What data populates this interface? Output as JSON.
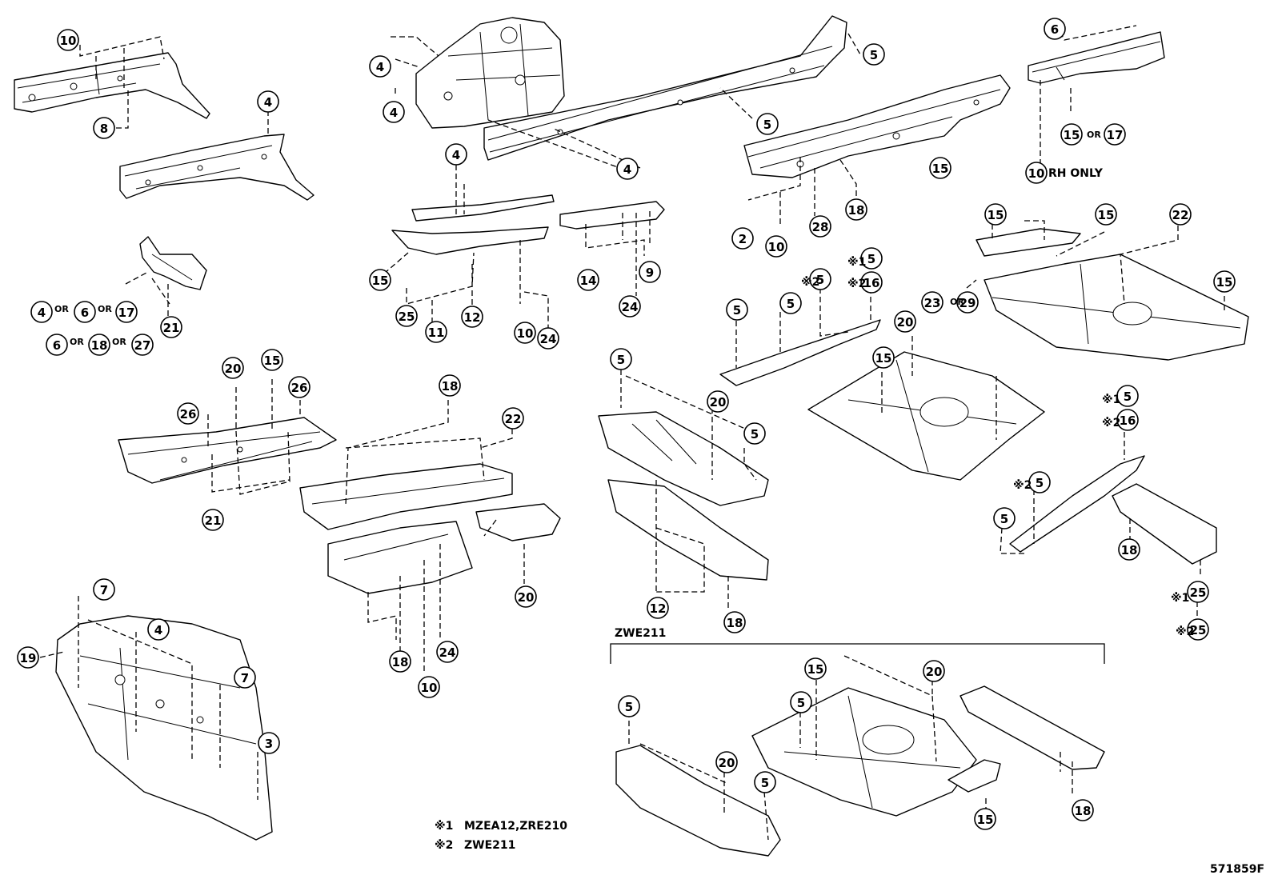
{
  "drawing_id": "571859F",
  "group_label": "ZWE211",
  "rh_only_label": "RH ONLY",
  "or_label": "OR",
  "notes": [
    {
      "mark": "※1",
      "text": "MZEA12,ZRE210"
    },
    {
      "mark": "※2",
      "text": "ZWE211"
    }
  ],
  "callouts": [
    {
      "id": "c1",
      "num": "10"
    },
    {
      "id": "c2",
      "num": "8"
    },
    {
      "id": "c3",
      "num": "4"
    },
    {
      "id": "c4",
      "num": "4"
    },
    {
      "id": "c5",
      "num": "4"
    },
    {
      "id": "c6",
      "num": "5"
    },
    {
      "id": "c7",
      "num": "5"
    },
    {
      "id": "c8",
      "num": "4"
    },
    {
      "id": "c9",
      "num": "6"
    },
    {
      "id": "c10",
      "num": "15"
    },
    {
      "id": "c11",
      "num": "17"
    },
    {
      "id": "c12",
      "num": "10"
    },
    {
      "id": "c13",
      "num": "4"
    },
    {
      "id": "c14",
      "num": "15"
    },
    {
      "id": "c15",
      "num": "25"
    },
    {
      "id": "c16",
      "num": "11"
    },
    {
      "id": "c17",
      "num": "12"
    },
    {
      "id": "c18",
      "num": "10"
    },
    {
      "id": "c19",
      "num": "24"
    },
    {
      "id": "c20",
      "num": "14"
    },
    {
      "id": "c21",
      "num": "9"
    },
    {
      "id": "c22",
      "num": "24"
    },
    {
      "id": "c23",
      "num": "15"
    },
    {
      "id": "c24",
      "num": "2"
    },
    {
      "id": "c25",
      "num": "10"
    },
    {
      "id": "c26",
      "num": "28"
    },
    {
      "id": "c27",
      "num": "18"
    },
    {
      "id": "c28",
      "num": "4"
    },
    {
      "id": "c29",
      "num": "6"
    },
    {
      "id": "c30",
      "num": "17"
    },
    {
      "id": "c31",
      "num": "6"
    },
    {
      "id": "c32",
      "num": "18"
    },
    {
      "id": "c33",
      "num": "27"
    },
    {
      "id": "c34",
      "num": "21"
    },
    {
      "id": "c35",
      "num": "20"
    },
    {
      "id": "c36",
      "num": "15"
    },
    {
      "id": "c37",
      "num": "26"
    },
    {
      "id": "c38",
      "num": "26"
    },
    {
      "id": "c39",
      "num": "21"
    },
    {
      "id": "c40",
      "num": "18"
    },
    {
      "id": "c41",
      "num": "22"
    },
    {
      "id": "c42",
      "num": "18"
    },
    {
      "id": "c43",
      "num": "24"
    },
    {
      "id": "c44",
      "num": "10"
    },
    {
      "id": "c45",
      "num": "20"
    },
    {
      "id": "c46",
      "num": "5"
    },
    {
      "id": "c47",
      "num": "20"
    },
    {
      "id": "c48",
      "num": "5"
    },
    {
      "id": "c49",
      "num": "12"
    },
    {
      "id": "c50",
      "num": "18"
    },
    {
      "id": "c51",
      "num": "5"
    },
    {
      "id": "c52",
      "num": "5"
    },
    {
      "id": "c53",
      "num": "5"
    },
    {
      "id": "c54",
      "num": "5"
    },
    {
      "id": "c55",
      "num": "16"
    },
    {
      "id": "c56",
      "num": "15"
    },
    {
      "id": "c57",
      "num": "20"
    },
    {
      "id": "c58",
      "num": "15"
    },
    {
      "id": "c59",
      "num": "15"
    },
    {
      "id": "c60",
      "num": "22"
    },
    {
      "id": "c61",
      "num": "23"
    },
    {
      "id": "c62",
      "num": "29"
    },
    {
      "id": "c63",
      "num": "15"
    },
    {
      "id": "c64",
      "num": "5"
    },
    {
      "id": "c65",
      "num": "16"
    },
    {
      "id": "c66",
      "num": "5"
    },
    {
      "id": "c67",
      "num": "5"
    },
    {
      "id": "c68",
      "num": "18"
    },
    {
      "id": "c69",
      "num": "25"
    },
    {
      "id": "c70",
      "num": "25"
    },
    {
      "id": "c71",
      "num": "7"
    },
    {
      "id": "c72",
      "num": "4"
    },
    {
      "id": "c73",
      "num": "19"
    },
    {
      "id": "c74",
      "num": "7"
    },
    {
      "id": "c75",
      "num": "3"
    },
    {
      "id": "c76",
      "num": "5"
    },
    {
      "id": "c77",
      "num": "20"
    },
    {
      "id": "c78",
      "num": "5"
    },
    {
      "id": "c79",
      "num": "5"
    },
    {
      "id": "c80",
      "num": "15"
    },
    {
      "id": "c81",
      "num": "20"
    },
    {
      "id": "c82",
      "num": "15"
    },
    {
      "id": "c83",
      "num": "18"
    }
  ]
}
